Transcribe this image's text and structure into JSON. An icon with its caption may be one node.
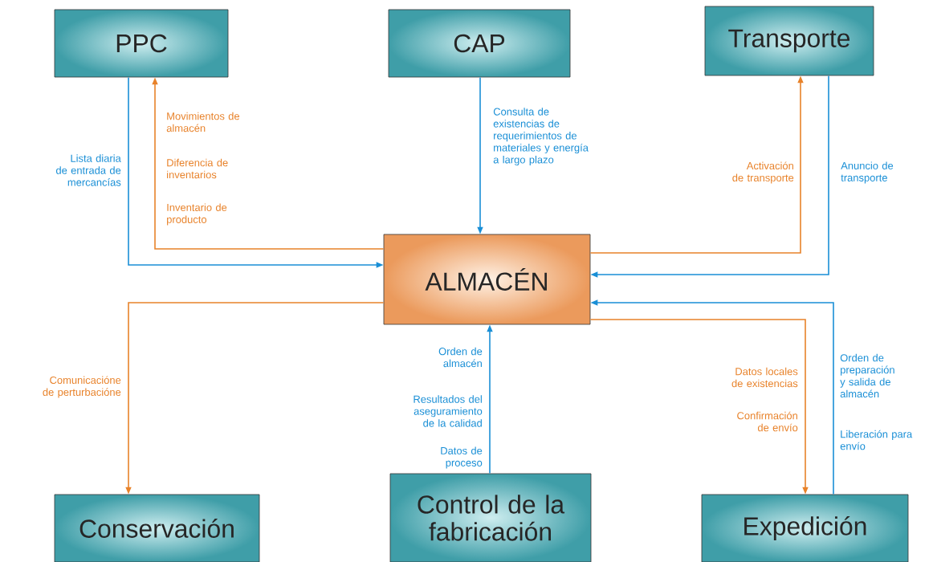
{
  "diagram": {
    "nodes": [
      {
        "text": [
          "PPC"
        ]
      },
      {
        "text": [
          "CAP"
        ]
      },
      {
        "text": [
          "Transporte"
        ]
      },
      {
        "text": [
          "ALMACÉN"
        ]
      },
      {
        "text": [
          "Conservación"
        ]
      },
      {
        "text": [
          "Control de la fabricación"
        ]
      },
      {
        "text": [
          "Expedición"
        ]
      }
    ],
    "edges": [
      {
        "from": 0,
        "to": 3,
        "arrow": "to",
        "label": [
          "Lista diaria de entrada de mercancías"
        ]
      },
      {
        "from": 3,
        "to": 0,
        "arrow": "to",
        "color": "#e8822a",
        "label": [
          "Movimientos de almacén",
          "Diferencia de inventarios",
          "Inventario de producto"
        ]
      },
      {
        "from": 1,
        "to": 3,
        "arrow": "to",
        "label": [
          "Consulta de existencias de requerimientos de materiales y energía a largo plazo"
        ]
      },
      {
        "from": 3,
        "to": 2,
        "arrow": "to",
        "color": "#e8822a",
        "label": [
          "Activación de transporte"
        ]
      },
      {
        "from": 2,
        "to": 3,
        "arrow": "to",
        "label": [
          "Anuncio de transporte"
        ]
      },
      {
        "from": 3,
        "to": 4,
        "arrow": "to",
        "color": "#e8822a",
        "label": [
          "Comunicacióne de perturbacióne"
        ]
      },
      {
        "from": 5,
        "to": 3,
        "arrow": "to",
        "label": [
          "Orden de almacén",
          "Resultados del aseguramiento de la calidad",
          "Datos de proceso"
        ]
      },
      {
        "from": 3,
        "to": 6,
        "arrow": "to",
        "color": "#e8822a",
        "label": [
          "Datos locales de existencias",
          "Confirmación de envío"
        ]
      },
      {
        "from": 6,
        "to": 3,
        "arrow": "to",
        "label": [
          "Orden de preparación y salida de almacén",
          "Liberación para envío"
        ]
      }
    ]
  }
}
